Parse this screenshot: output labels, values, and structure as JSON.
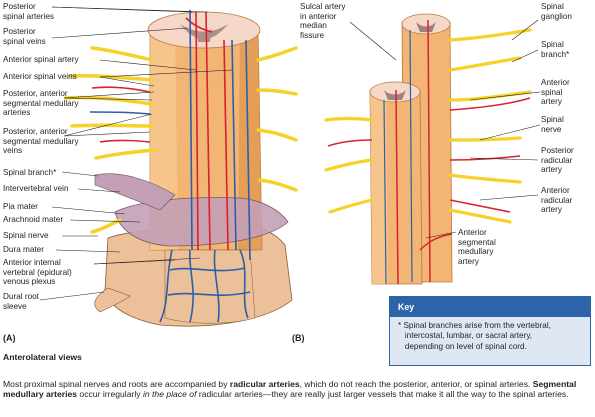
{
  "left_labels": [
    "Posterior\nspinal arteries",
    "Posterior\nspinal veins",
    "Anterior spinal artery",
    "Anterior spinal veins",
    "Posterior, anterior\nsegmental medullary\narteries",
    "Posterior, anterior\nsegmental medullary\nveins",
    "Spinal branch*",
    "Intervertebral vein",
    "Pia mater",
    "Arachnoid mater",
    "Spinal nerve",
    "Dura mater",
    "Anterior internal\nvertebral (epidural)\nvenous plexus",
    "Dural root\nsleeve"
  ],
  "center_label": "Sulcal artery\nin anterior\nmedian\nfissure",
  "right_labels": [
    "Spinal\nganglion",
    "Spinal\nbranch*",
    "Anterior\nspinal\nartery",
    "Spinal\nnerve",
    "Posterior\nradicular\nartery",
    "Anterior\nradicular\nartery"
  ],
  "bottom_center_label": "Anterior\nsegmental\nmedullary\nartery",
  "panel_a": "(A)",
  "panel_b": "(B)",
  "views_title": "Anterolateral views",
  "key": {
    "title": "Key",
    "text": "* Spinal branches arise from the vertebral,\n   intercostal, lumbar, or sacral artery,\n   depending on level of spinal cord."
  },
  "caption": {
    "part1": "Most proximal spinal nerves and roots are accompanied by ",
    "bold1": "radicular arteries",
    "part2": ", which do not reach the posterior, anterior, or spinal arteries. ",
    "bold2": "Segmental medullary arteries",
    "part3": " occur irregularly ",
    "italic": "in the place of",
    "part4": " radicular arteries—they are really just larger vessels that make it all the way to the spinal arteries."
  },
  "colors": {
    "cord": "#f2b574",
    "cord_dark": "#d98b45",
    "cut_face": "#f6d8c8",
    "grey_matter": "#9c8380",
    "nerve": "#f5d22a",
    "artery": "#d8232f",
    "vein": "#2e5ea8",
    "pia": "#c4a0b6",
    "dura": "#ecc099",
    "key_blue": "#2d63a8",
    "key_bg": "#dfe7f4"
  }
}
